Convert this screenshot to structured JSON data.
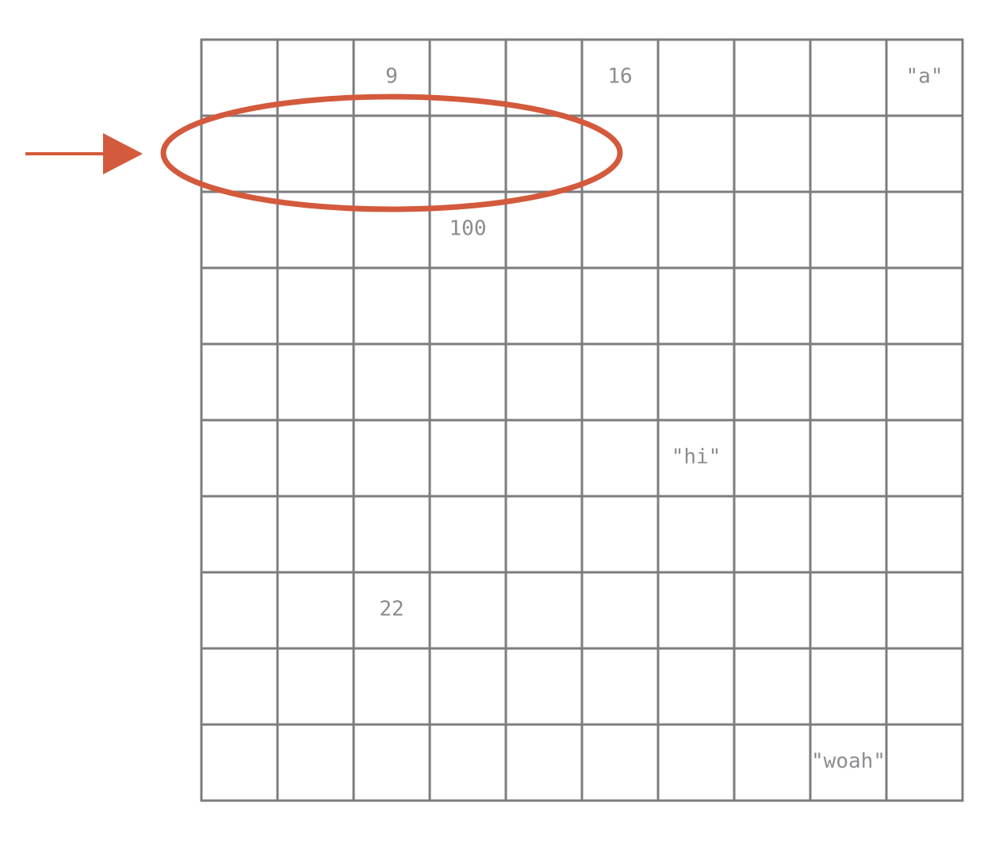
{
  "grid": {
    "rows": 10,
    "cols": 10,
    "cells": [
      {
        "row": 0,
        "col": 2,
        "text": "9"
      },
      {
        "row": 0,
        "col": 5,
        "text": "16"
      },
      {
        "row": 0,
        "col": 9,
        "text": "\"a\""
      },
      {
        "row": 2,
        "col": 3,
        "text": "100"
      },
      {
        "row": 5,
        "col": 6,
        "text": "\"hi\""
      },
      {
        "row": 7,
        "col": 2,
        "text": "22"
      },
      {
        "row": 9,
        "col": 8,
        "text": "\"woah\""
      }
    ]
  },
  "highlight": {
    "row": 1,
    "from_col": 0,
    "to_col": 4
  },
  "colors": {
    "grid_line": "#7d7d80",
    "cell_text": "#8c8c90",
    "accent": "#d35a3c"
  }
}
